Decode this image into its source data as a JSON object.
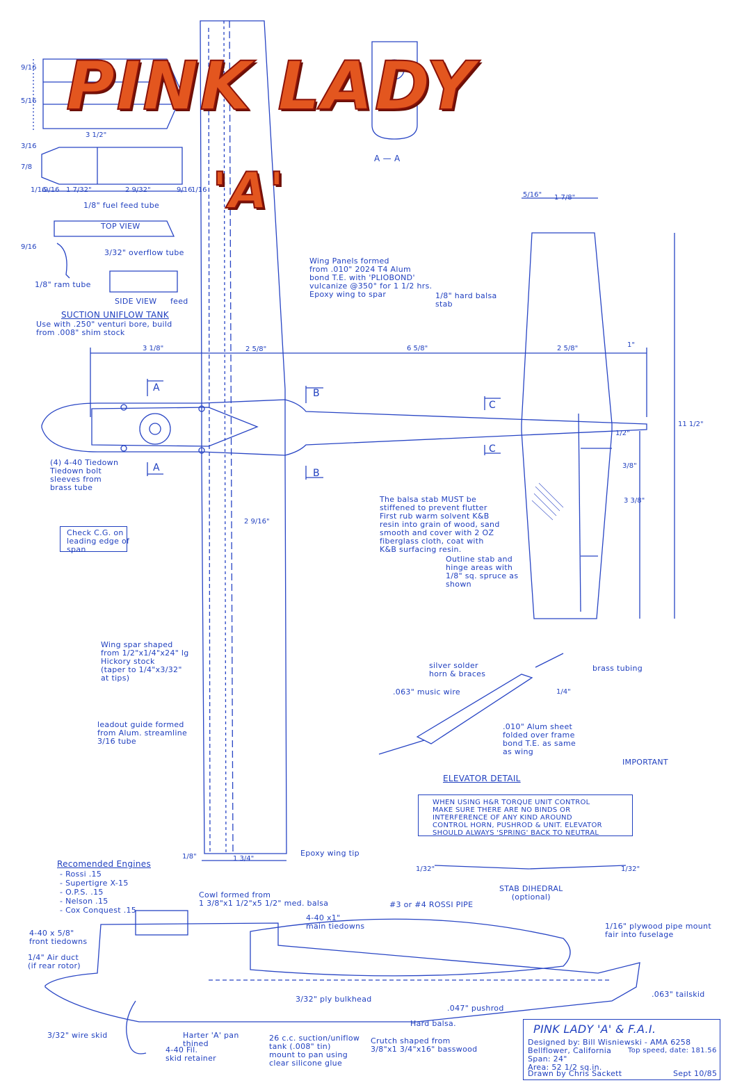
{
  "title": {
    "line1": "PINK LADY",
    "line2": "'A'"
  },
  "tank": {
    "fuel_feed": "1/8\" fuel feed tube",
    "top_view": "TOP VIEW",
    "overflow": "3/32\" overflow tube",
    "ram_tube": "1/8\" ram tube",
    "side_view": "SIDE VIEW",
    "feed": "feed",
    "heading": "SUCTION UNIFLOW TANK",
    "note": "Use with .250\" venturi bore, build\nfrom .008\" shim stock"
  },
  "tank_dims": [
    "3 1/2\"",
    "1/16",
    "9/16",
    "1 7/32\"",
    "2 9/32\"",
    "9/16",
    "1/16",
    "9/16",
    "5/16",
    "7/8",
    "3/16",
    "9/16"
  ],
  "section_label": "A — A",
  "wing": {
    "panels_note": "Wing Panels formed\nfrom .010\" 2024 T4 Alum\nbond T.E. with 'PLIOBOND'\nvulcanize @350° for 1 1/2 hrs.\nEpoxy wing to spar",
    "tiedown_note": "(4) 4-40 Tiedown\nTiedown bolt\nsleeves from\nbrass tube",
    "cg_note": "Check C.G. on\nleading edge of\nspan",
    "spar_note": "Wing spar shaped\nfrom 1/2\"x1/4\"x24\" lg\nHickory stock\n(taper to 1/4\"x3/32\"\nat tips)",
    "leadout_note": "leadout guide formed\nfrom Alum. streamline\n3/16 tube",
    "tip_note": "Epoxy wing tip",
    "dim_tip": "1/8\"",
    "dim_root": "1 3/4\"",
    "dim_chord_top": "2 5/8\"",
    "dim_chord_bottom": "2 9/16\""
  },
  "section_marks": [
    "A",
    "A",
    "B",
    "B",
    "C",
    "C"
  ],
  "fuselage": {
    "dim_nose": "3 1/8\"",
    "dim_moment": "6 5/8\"",
    "dim_stab": "2 5/8\"",
    "dim_1": "1\""
  },
  "stab": {
    "label": "1/8\" hard balsa\nstab",
    "note": "The balsa stab MUST be\nstiffened to prevent flutter\nFirst rub warm solvent K&B\nresin into grain of wood, sand\nsmooth and cover with 2 OZ\nfiberglass cloth, coat with\nK&B surfacing resin.",
    "outline_note": "Outline stab and\nhinge areas with\n1/8\" sq. spruce as\nshown",
    "dim_top_a": "5/16\"",
    "dim_top_b": "1 7/8\"",
    "dim_span": "11 1/2\"",
    "dim_hinge": "1/2\"",
    "dim_elev": "3/8\"",
    "dim_elev_span": "3 3/8\""
  },
  "elevator": {
    "solder": "silver solder\nhorn & braces",
    "brass": "brass tubing",
    "wire": ".063\" music wire",
    "dim": "1/4\"",
    "sheet": ".010\" Alum sheet\nfolded over frame\nbond T.E. as same\nas wing",
    "heading": "ELEVATOR DETAIL"
  },
  "important": {
    "label": "IMPORTANT",
    "text": "WHEN USING H&R TORQUE UNIT CONTROL\nMAKE SURE THERE ARE NO BINDS OR\nINTERFERENCE OF ANY KIND AROUND\nCONTROL HORN, PUSHROD & UNIT. ELEVATOR\nSHOULD ALWAYS 'SPRING' BACK TO NEUTRAL"
  },
  "engines": {
    "heading": "Recomended Engines",
    "items": [
      "- Rossi .15",
      "- Supertigre X-15",
      "- O.P.S. .15",
      "- Nelson .15",
      "- Cox Conquest .15"
    ]
  },
  "dihedral": {
    "label": "STAB DIHEDRAL\n(optional)",
    "dim_l": "1/32\"",
    "dim_r": "1/32\""
  },
  "side": {
    "cowl": "Cowl formed from\n1 3/8\"x1 1/2\"x5 1/2\" med. balsa",
    "main_tiedowns": "4-40 x1\"\nmain tiedowns",
    "pipe": "#3 or #4 ROSSI PIPE",
    "pipe_mount": "1/16\" plywood pipe mount\nfair into fuselage",
    "front_tiedowns": "4-40 x 5/8\"\nfront tiedowns",
    "air_duct": "1/4\" Air duct\n(if rear rotor)",
    "tailskid": ".063\" tailskid",
    "pushrod": ".047\" pushrod",
    "bulkhead": "3/32\" ply bulkhead",
    "hard_balsa": "Hard balsa.",
    "wire_skid": "3/32\" wire skid",
    "harter": "Harter 'A' pan\nthined",
    "tank": "26 c.c. suction/uniflow\ntank (.008\" tin)\nmount to pan using\nclear silicone glue",
    "crutch": "Crutch shaped from\n3/8\"x1 3/4\"x16\" basswood",
    "skid_retainer": "4-40 Fil.\nskid retainer"
  },
  "titleblock": {
    "title": "PINK LADY 'A' & F.A.I.",
    "designed": "Designed by: Bill Wisniewski - AMA 6258",
    "location": "Bellflower, California",
    "speed": "Top speed, date: 181.56",
    "span": "Span: 24\"",
    "area": "Area: 52 1/2 sq.in.",
    "drawn": "Drawn by  Chris Sackett",
    "date": "Sept 10/85"
  },
  "colors": {
    "ink": "#1f3fbf",
    "paper": "#ffffff",
    "title_fill": "#e3561f",
    "title_outline": "#8a1208"
  }
}
